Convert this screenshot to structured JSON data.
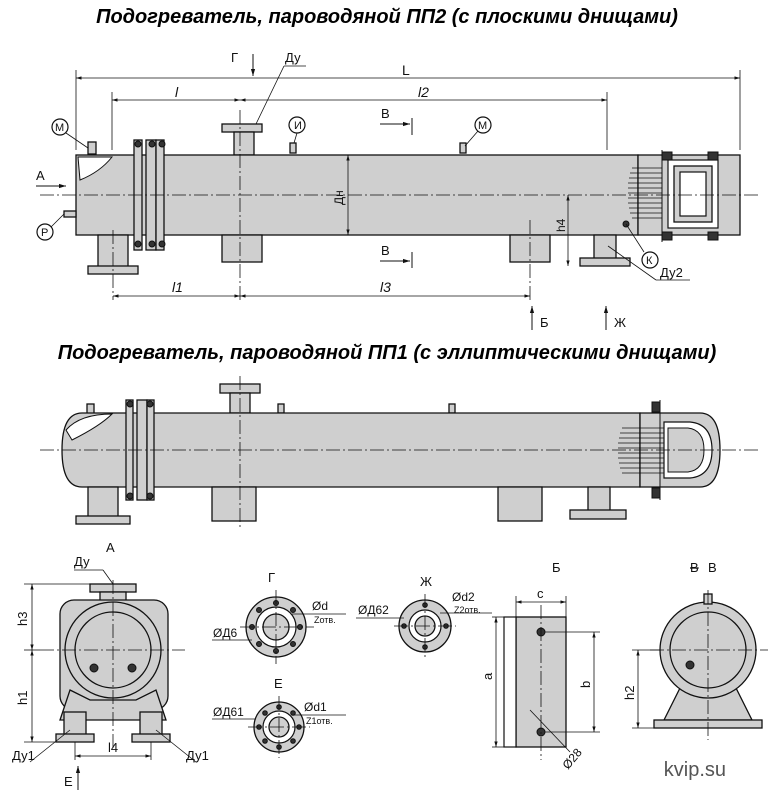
{
  "titles": {
    "pp2": "Подогреватель, пароводяной ПП2 (с плоскими днищами)",
    "pp1": "Подогреватель, пароводяной ПП1 (с эллиптическими днищами)"
  },
  "watermark": "kvip.su",
  "top_view": {
    "dims": {
      "L": "L",
      "l": "l",
      "l2": "l2",
      "l1": "l1",
      "l3": "l3",
      "Dn": "Дн",
      "h4": "h4",
      "Du": "Ду",
      "Du2": "Ду2"
    },
    "ports": {
      "A": "А",
      "G": "Г",
      "B_top": "В",
      "B_bottom": "В",
      "Bb": "Б",
      "Zh": "Ж"
    },
    "callouts": {
      "M1": "М",
      "M2": "М",
      "I": "И",
      "R": "Р",
      "K": "К"
    }
  },
  "bottom_view": {
    "A": "А"
  },
  "section_views": {
    "front": {
      "Du": "Ду",
      "h3": "h3",
      "h1": "h1",
      "l4": "l4",
      "Du1_left": "Ду1",
      "Du1_right": "Ду1",
      "E": "Е"
    },
    "G": {
      "title": "Г",
      "d": "Ød",
      "holes": "Zотв.",
      "D": "ØД6"
    },
    "E": {
      "title": "Е",
      "d": "Ød1",
      "holes": "Z1отв.",
      "D": "ØД61"
    },
    "Zh": {
      "title": "Ж",
      "d": "Ød2",
      "holes": "Z2отв.",
      "D": "ØД62"
    },
    "B": {
      "title": "Б",
      "c": "c",
      "a": "a",
      "b": "b",
      "hole": "Ø28"
    },
    "VV": {
      "title_struck": "В",
      "title": "В",
      "h2": "h2"
    }
  }
}
